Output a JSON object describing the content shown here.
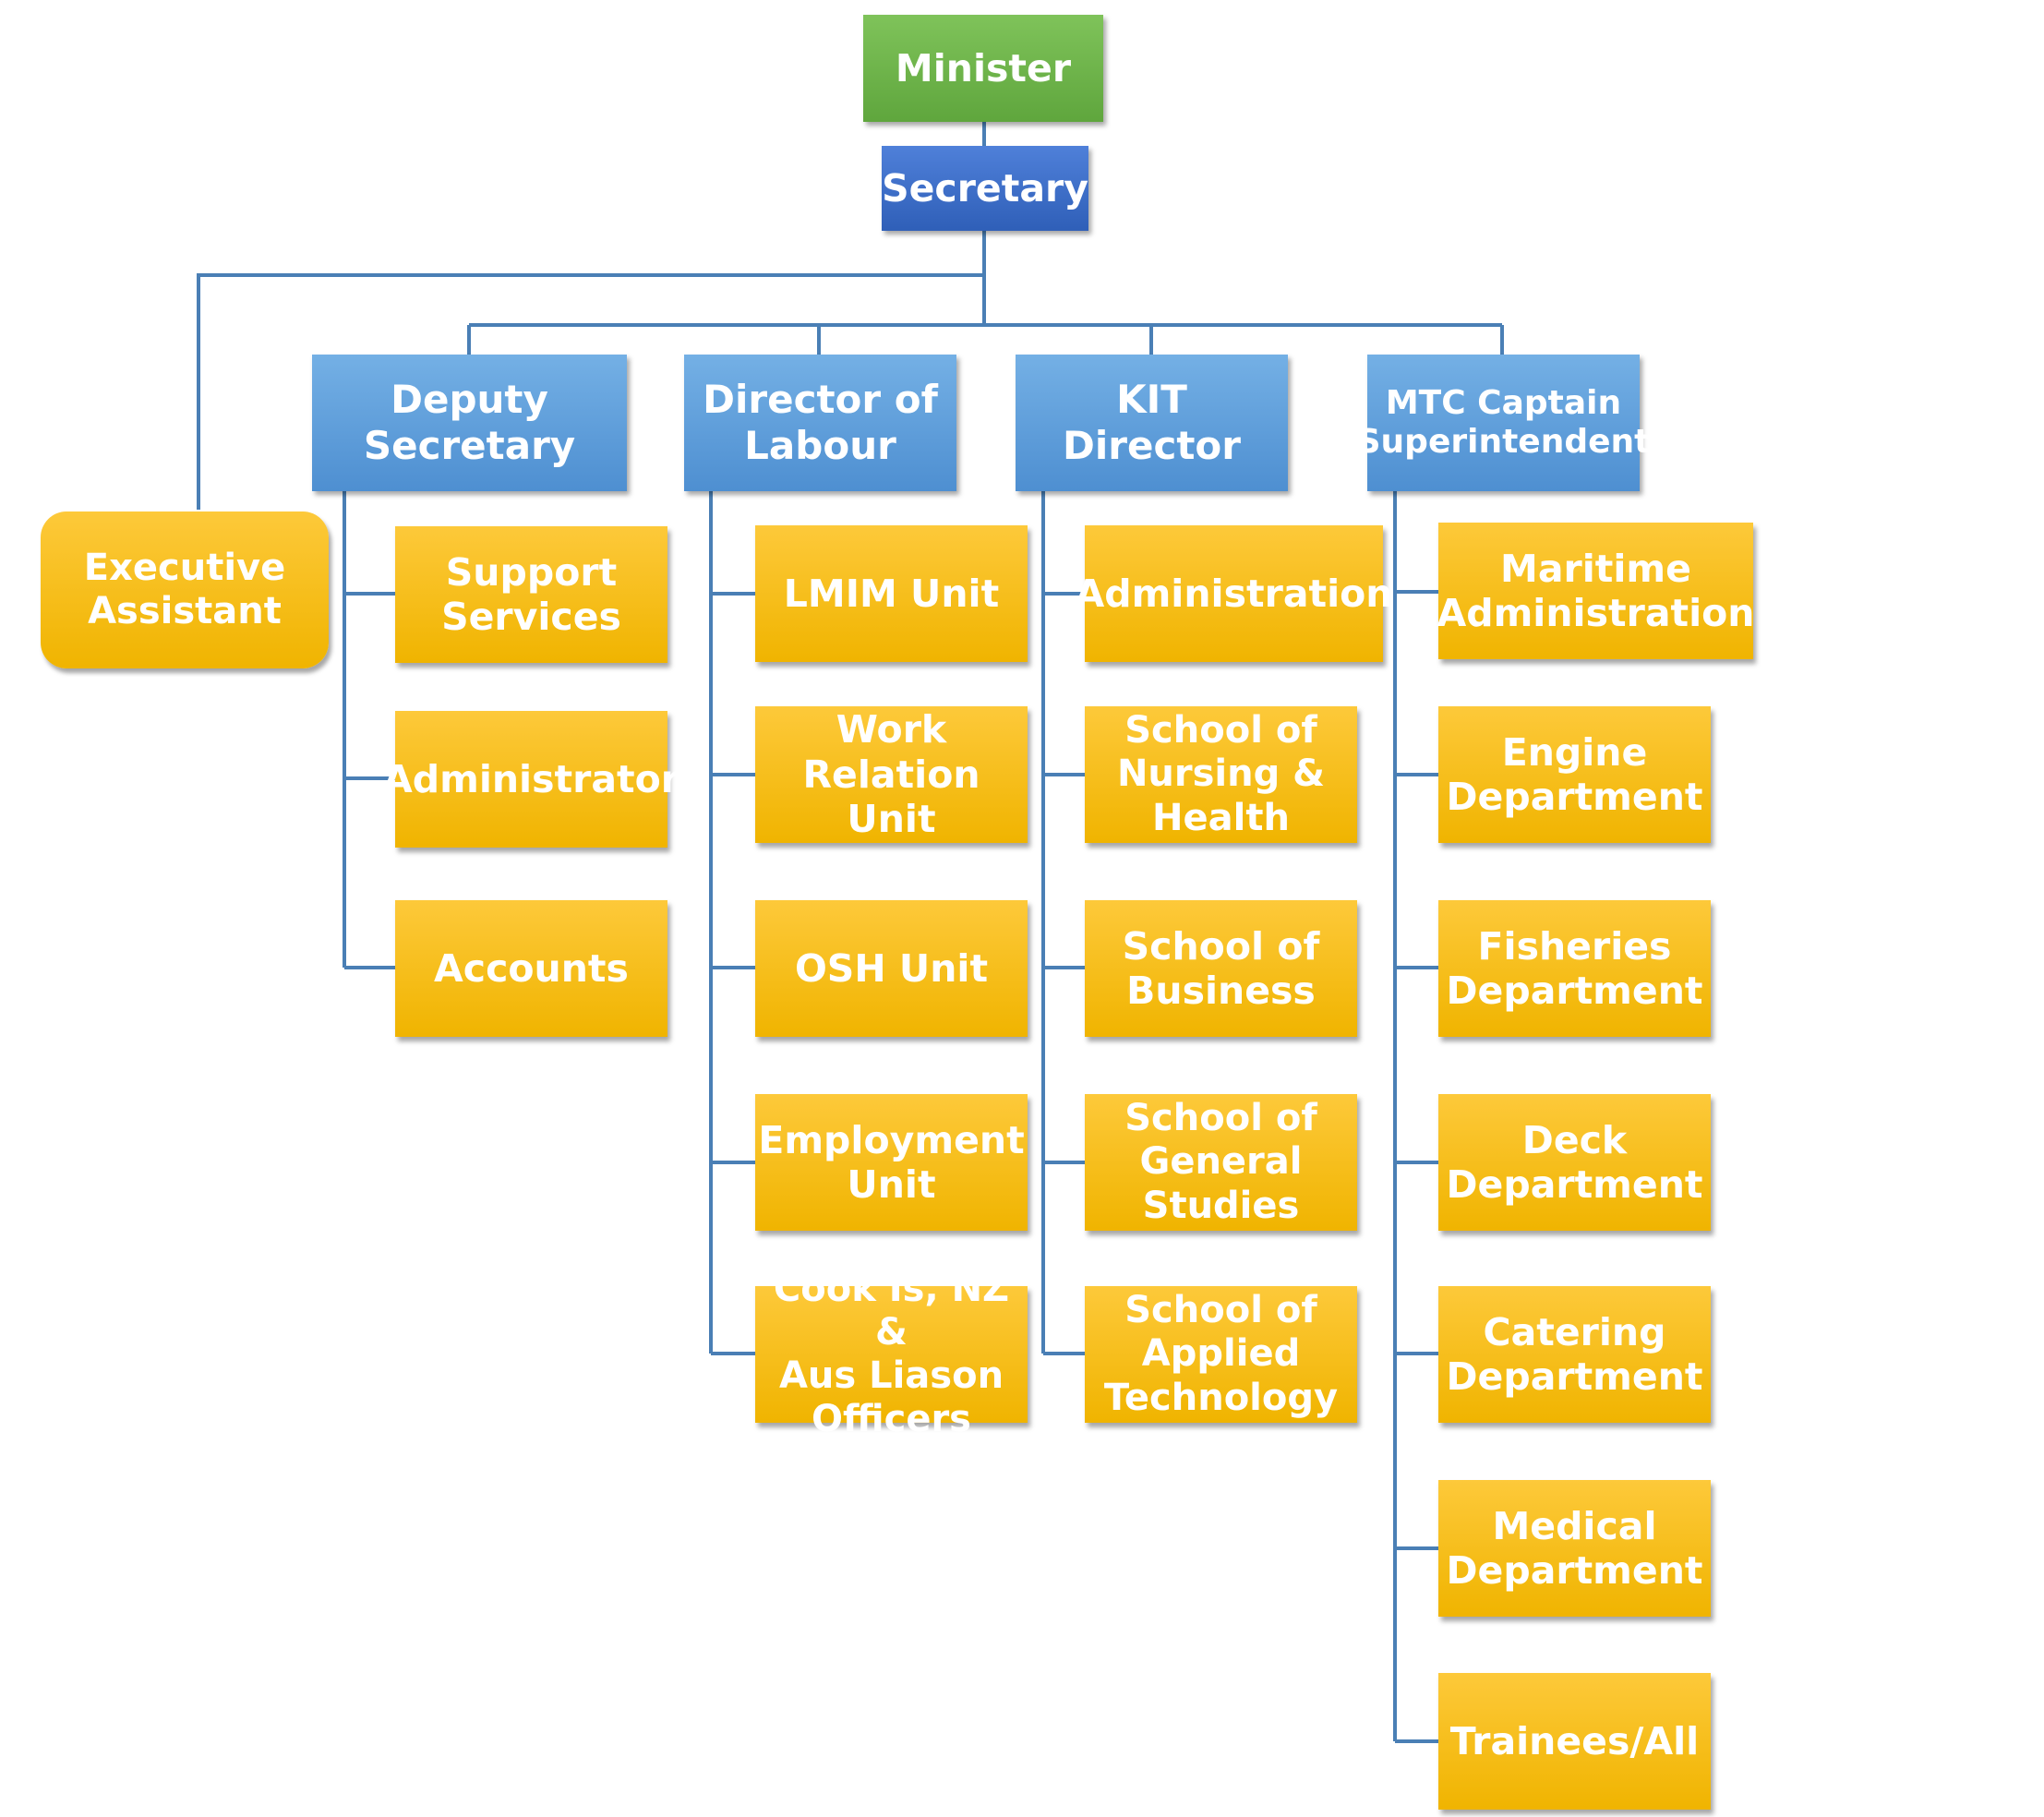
{
  "minister": "Minister",
  "secretary": "Secretary",
  "executive_assistant": "Executive\nAssistant",
  "deputy_secretary": {
    "title": "Deputy\nSecretary",
    "units": [
      "Support\nServices",
      "Administrator",
      "Accounts"
    ]
  },
  "director_of_labour": {
    "title": "Director of\nLabour",
    "units": [
      "LMIM Unit",
      "Work\nRelation Unit",
      "OSH Unit",
      "Employment\nUnit",
      "Cook Is, NZ &\nAus Liason\nOfficers"
    ]
  },
  "kit_director": {
    "title": "KIT Director",
    "units": [
      "Administration",
      "School of\nNursing &\nHealth",
      "School of\nBusiness",
      "School of\nGeneral\nStudies",
      "School of\nApplied\nTechnology"
    ]
  },
  "mtc_captain": {
    "title": "MTC Captain\nSuperintendent",
    "units": [
      "Maritime\nAdministration",
      "Engine\nDepartment",
      "Fisheries\nDepartment",
      "Deck\nDepartment",
      "Catering\nDepartment",
      "Medical\nDepartment",
      "Trainees/All"
    ]
  },
  "colors": {
    "connector": "#4a7fb5",
    "minister": "#6cb547",
    "secretary": "#3a6bc8",
    "department_head": "#5b9bd5",
    "unit": "#f7bd17"
  }
}
